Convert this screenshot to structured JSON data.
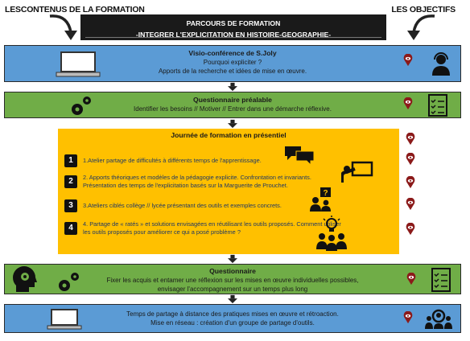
{
  "header": {
    "left": "LESCONTENUS DE LA FORMATION",
    "right": "LES OBJECTIFS",
    "title_line1": "PARCOURS DE FORMATION",
    "title_line2": "-INTEGRER L'EXPLICITATION EN HISTOIRE-GEOGRAPHIE-"
  },
  "steps": [
    {
      "title": "Visio-conférence de S.Joly",
      "line1": "Pourquoi expliciter ?",
      "line2": "Apports de la recherche et idées de mise en œuvre.",
      "color": "#5b9bd5"
    },
    {
      "title": "Questionnaire préalable",
      "line1": "Identifier les besoins  // Motiver  // Entrer dans une démarche réflexive.",
      "color": "#70ad47"
    },
    {
      "title": "Questionnaire",
      "line1": "Fixer les acquis et entamer une réflexion sur les mises en œuvre individuelles possibles,",
      "line2": "envisager l'accompagnement sur un temps plus long",
      "color": "#70ad47"
    },
    {
      "line1": "Temps de partage à distance des pratiques mises en œuvre et rétroaction.",
      "line2": "Mise en réseau : création d'un groupe de partage d'outils.",
      "color": "#5b9bd5"
    }
  ],
  "journee": {
    "title": "Journée de formation en présentiel",
    "color": "#ffc000",
    "items": [
      {
        "num": "1",
        "text": "1.Atelier partage de difficultés à différents temps de l'apprentissage."
      },
      {
        "num": "2",
        "text": "2. Apports théoriques et modèles de la pédagogie explicite. Confrontation et invariants. Présentation des temps de l'explicitation basés sur la Marguerite de Prouchet."
      },
      {
        "num": "3",
        "text": "3.Ateliers ciblés collège // lycée présentant des outils et exemples concrets."
      },
      {
        "num": "4",
        "text": "4.  Partage de « ratés » et solutions envisagées en réutilisant les outils proposés. Comment utiliser les outils proposés pour améliorer ce qui a posé problème ?"
      }
    ]
  },
  "colors": {
    "pin": "#8b1a1a",
    "dark": "#1a1a1a",
    "blue": "#5b9bd5",
    "green": "#70ad47",
    "orange": "#ffc000"
  },
  "icons": [
    "laptop-icon",
    "headset-user-icon",
    "gears-icon",
    "checklist-icon",
    "chat-bubbles-icon",
    "teacher-board-icon",
    "question-person-icon",
    "lightbulb-group-icon",
    "head-gears-icon",
    "video-conference-icon",
    "eye-pin-icon"
  ]
}
